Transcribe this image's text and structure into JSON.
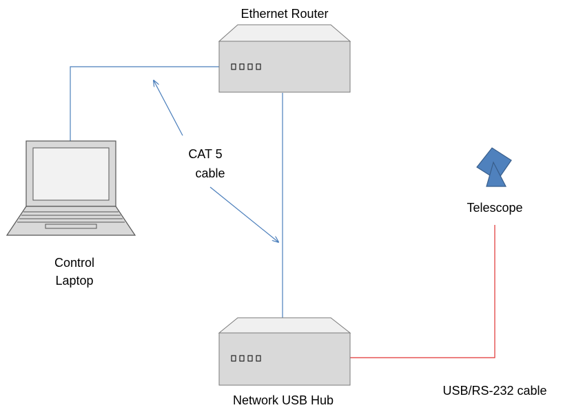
{
  "labels": {
    "router": "Ethernet Router",
    "laptop_line1": "Control",
    "laptop_line2": "Laptop",
    "cable_line1": "CAT 5",
    "cable_line2": "cable",
    "telescope": "Telescope",
    "hub": "Network USB Hub",
    "usb_cable": "USB/RS-232 cable"
  },
  "colors": {
    "ethernet_line": "#4a7ebb",
    "usb_line": "#e03030",
    "device_face": "#d9d9d9",
    "device_top": "#f0f0f0",
    "device_stroke": "#7a7a7a",
    "telescope_fill": "#4f81bd",
    "telescope_stroke": "#385d8a"
  },
  "icons": {
    "router": "router-icon",
    "hub": "usb-hub-icon",
    "laptop": "laptop-icon",
    "telescope": "telescope-icon"
  }
}
